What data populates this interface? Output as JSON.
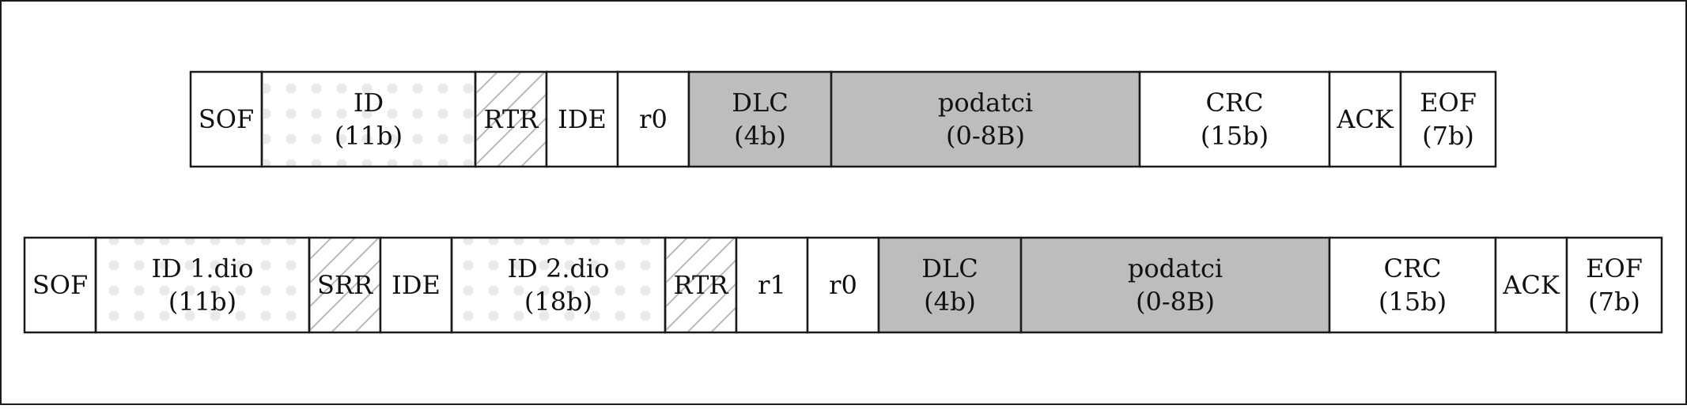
{
  "colors": {
    "stroke": "#1a1a1a",
    "filled": "#bdbdbd",
    "white": "#ffffff",
    "dots": "#e9e9e9",
    "hatch": "#b8b8b8"
  },
  "frames": [
    {
      "fields": [
        {
          "label": "SOF",
          "fill": "white"
        },
        {
          "label": "ID\n(11b)",
          "fill": "dots"
        },
        {
          "label": "RTR",
          "fill": "hatch"
        },
        {
          "label": "IDE",
          "fill": "white"
        },
        {
          "label": "r0",
          "fill": "white"
        },
        {
          "label": "DLC\n(4b)",
          "fill": "gray"
        },
        {
          "label": "podatci\n(0-8B)",
          "fill": "gray"
        },
        {
          "label": "CRC\n(15b)",
          "fill": "white"
        },
        {
          "label": "ACK",
          "fill": "white"
        },
        {
          "label": "EOF\n(7b)",
          "fill": "white"
        }
      ]
    },
    {
      "fields": [
        {
          "label": "SOF",
          "fill": "white"
        },
        {
          "label": "ID 1.dio\n(11b)",
          "fill": "dots"
        },
        {
          "label": "SRR",
          "fill": "hatch"
        },
        {
          "label": "IDE",
          "fill": "white"
        },
        {
          "label": "ID 2.dio\n(18b)",
          "fill": "dots"
        },
        {
          "label": "RTR",
          "fill": "hatch"
        },
        {
          "label": "r1",
          "fill": "white"
        },
        {
          "label": "r0",
          "fill": "white"
        },
        {
          "label": "DLC\n(4b)",
          "fill": "gray"
        },
        {
          "label": "podatci\n(0-8B)",
          "fill": "gray"
        },
        {
          "label": "CRC\n(15b)",
          "fill": "white"
        },
        {
          "label": "ACK",
          "fill": "white"
        },
        {
          "label": "EOF\n(7b)",
          "fill": "white"
        }
      ]
    }
  ]
}
